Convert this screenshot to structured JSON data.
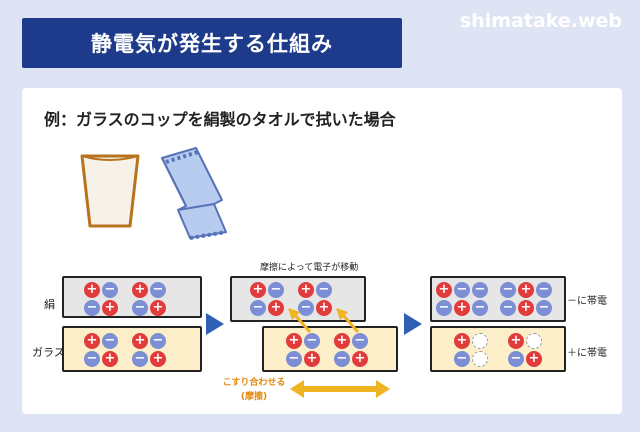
{
  "title": "静電気が発生する仕組み",
  "watermark": "shimatake.web",
  "example": "例：ガラスのコップを絹製のタオルで拭いた場合",
  "labels": {
    "silk": "絹",
    "glass": "ガラス",
    "moving": "摩擦によって電子が移動",
    "rub_line1": "こすり合わせる",
    "rub_line2": "(摩擦)",
    "negative": "－に帯電",
    "positive": "＋に帯電"
  },
  "symbols": {
    "plus": "+",
    "minus": "−"
  },
  "colors": {
    "title_bg": "#1d3b8a",
    "background": "#dfe4f4",
    "proton": "#e23b3b",
    "electron": "#7c8fd4",
    "arrow_blue": "#2f5fb3",
    "arrow_orange": "#f0b321",
    "silk_fill": "#e6e6e6",
    "glass_fill": "#fbeec9"
  }
}
